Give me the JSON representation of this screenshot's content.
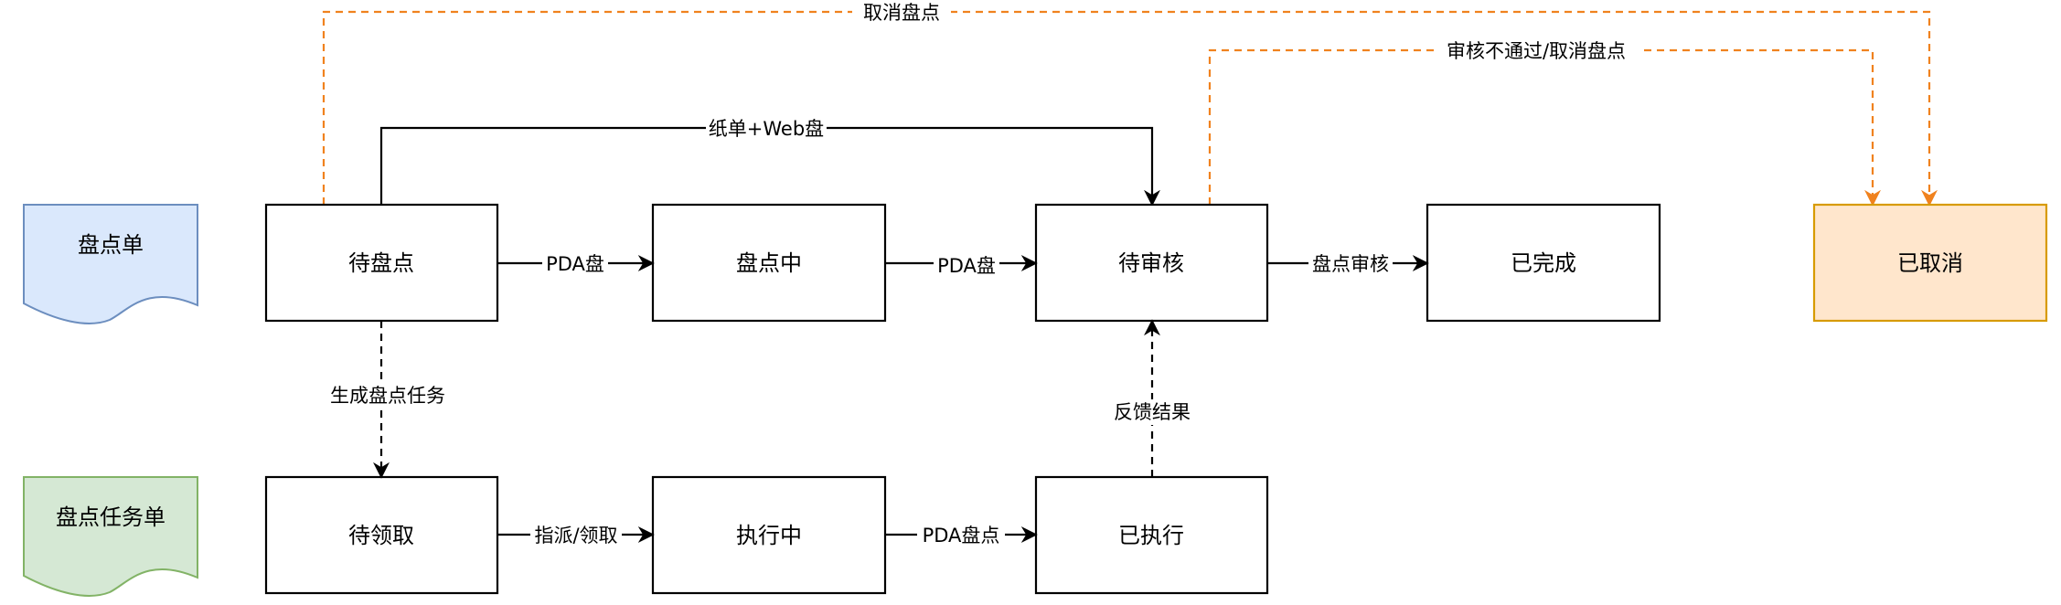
{
  "colors": {
    "stroke": "#000000",
    "orange": "#f0821e",
    "doc_blue_fill": "#dae8fc",
    "doc_blue_stroke": "#6c8ebf",
    "doc_green_fill": "#d5e8d4",
    "doc_green_stroke": "#82b366",
    "cancel_fill": "#ffe6cc",
    "cancel_stroke": "#d79b00"
  },
  "documents": {
    "inventory_sheet": "盘点单",
    "task_sheet": "盘点任务单"
  },
  "states": {
    "pending_count": "待盘点",
    "counting": "盘点中",
    "pending_review": "待审核",
    "completed": "已完成",
    "cancelled": "已取消",
    "pending_claim": "待领取",
    "executing": "执行中",
    "executed": "已执行"
  },
  "edges": {
    "pda_count_1": "PDA盘",
    "pda_count_2": "PDA盘",
    "count_review": "盘点审核",
    "paper_web": "纸单+Web盘",
    "cancel_count_top": "取消盘点",
    "review_fail_cancel": "审核不通过/取消盘点",
    "generate_task": "生成盘点任务",
    "feedback_result": "反馈结果",
    "assign_claim": "指派/领取",
    "pda_inventory": "PDA盘点"
  }
}
